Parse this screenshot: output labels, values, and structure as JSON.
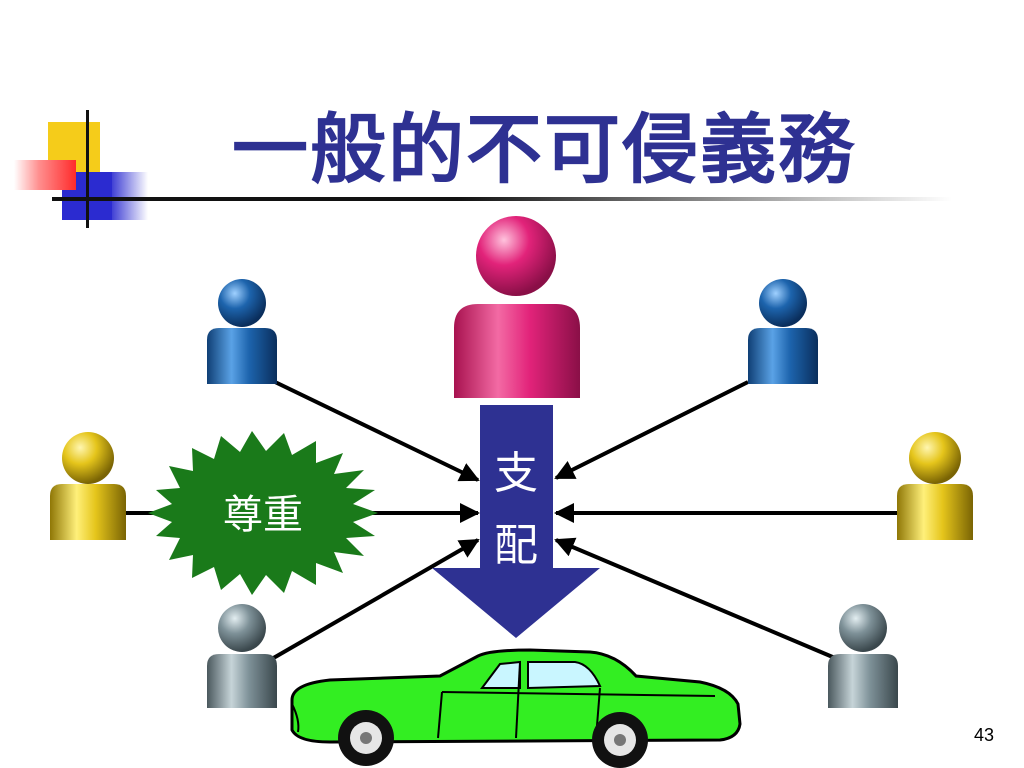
{
  "slide": {
    "title": "一般的不可侵義務",
    "page_number": "43"
  },
  "diagram": {
    "arrow_label_top": "支",
    "arrow_label_bottom": "配",
    "burst_label": "尊重"
  },
  "colors": {
    "title": "#2e3192",
    "center_person": "#e2237a",
    "blue_person": "#1d64ad",
    "yellow_person": "#e5c51b",
    "gray_person": "#7e9198",
    "big_arrow": "#2e3192",
    "burst": "#1a7a1a",
    "car": "#33ee22"
  }
}
